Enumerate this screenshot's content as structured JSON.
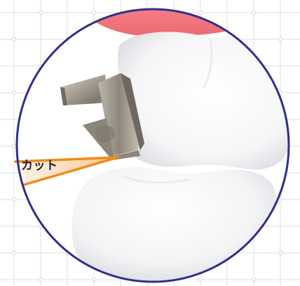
{
  "annotation": {
    "cut_label": "カット"
  },
  "colors": {
    "grid_line": "#d9dbe6",
    "grid_node": "#d3d5e2",
    "circle_border": "#2e2f8f",
    "gum": "#f07379",
    "tooth": "#ffffff",
    "tooth_shadow": "#d9dbe0",
    "bracket_metal": "#9a9388",
    "cut_line": "#f08a1c",
    "cut_wedge": "#f6b35c"
  },
  "icons": {
    "bracket": "orthodontic-bracket-icon",
    "gum": "gum-shape",
    "tooth_upper": "upper-tooth-shape",
    "tooth_lower": "lower-tooth-shape"
  }
}
